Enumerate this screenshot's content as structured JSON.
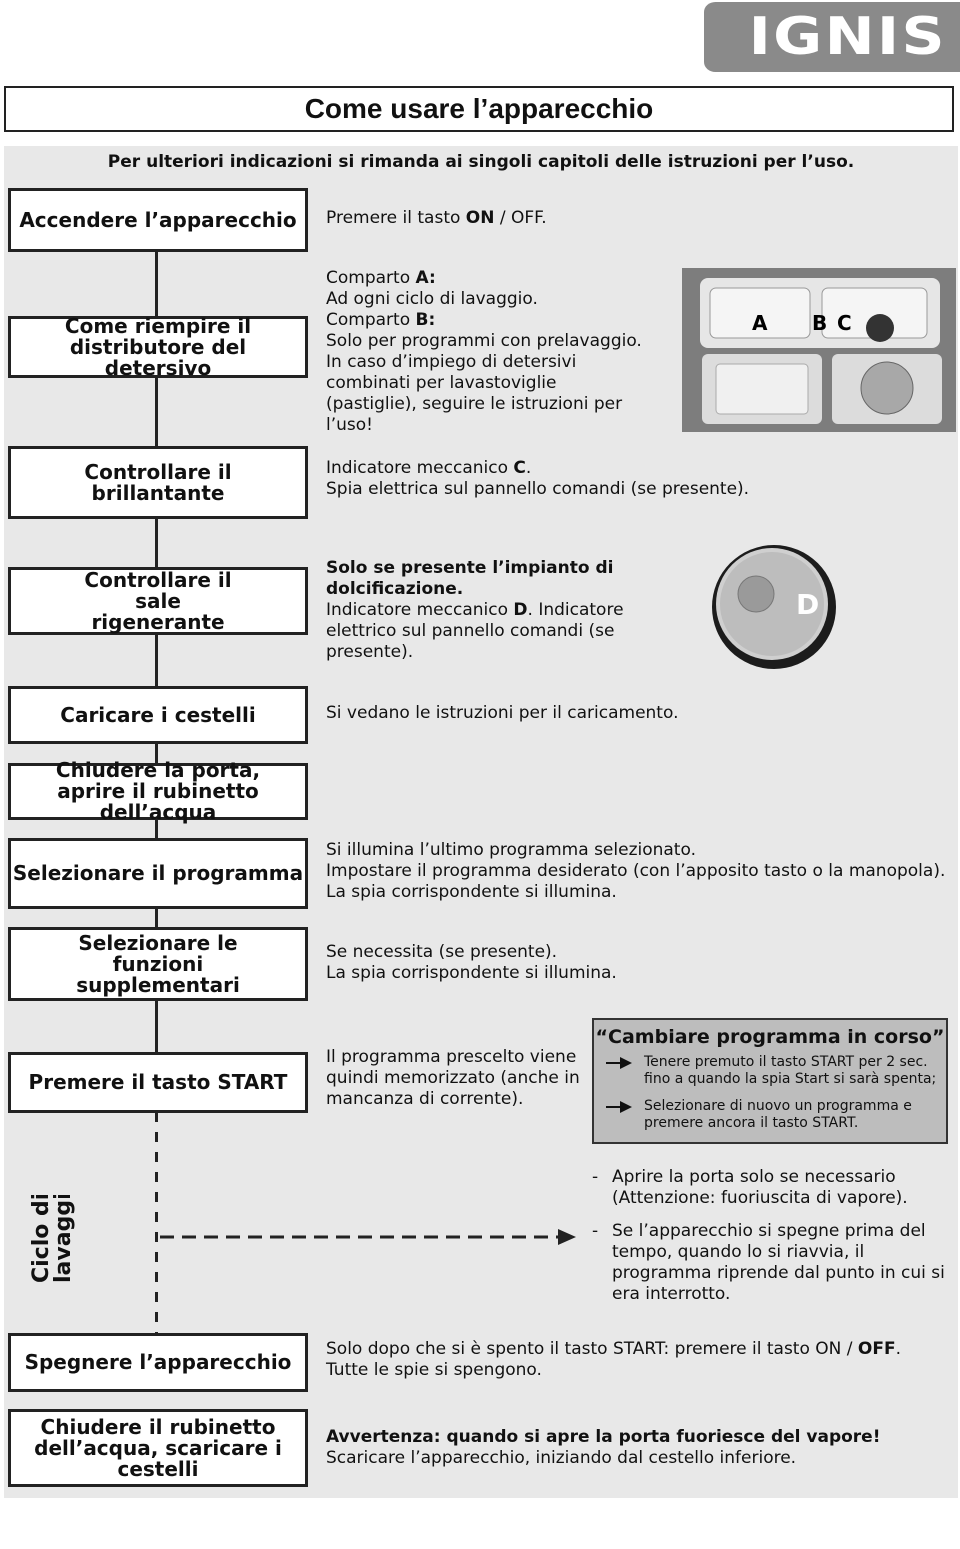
{
  "brand": "IGNIS",
  "title": "Come usare l’apparecchio",
  "subtitle": "Per ulteriori indicazioni si rimanda ai singoli capitoli delle istruzioni per l’uso.",
  "steps": [
    {
      "label": "Accendere l’apparecchio"
    },
    {
      "label": "Come riempire il distributore del detersivo"
    },
    {
      "label": "Controllare il brillantante"
    },
    {
      "label": "Controllare il sale rigenerante"
    },
    {
      "label": "Caricare i cestelli"
    },
    {
      "label": "Chiudere la porta, aprire il rubinetto dell’acqua"
    },
    {
      "label": "Selezionare il programma"
    },
    {
      "label": "Selezionare le funzioni supplementari"
    },
    {
      "label": "Premere il tasto START"
    },
    {
      "label": "Spegnere l’apparecchio"
    },
    {
      "label": "Chiudere il rubinetto dell’acqua, scaricare i cestelli"
    }
  ],
  "side_label": "Ciclo di lavaggio",
  "descriptions": {
    "accendere_pre": "Premere il tasto ",
    "accendere_on": "ON",
    "accendere_post": " / OFF.",
    "comparto_a_pre": "Comparto ",
    "comparto_a_key": "A:",
    "comparto_a_text": "Ad ogni ciclo di lavaggio.",
    "comparto_b_pre": "Comparto ",
    "comparto_b_key": "B:",
    "comparto_b_text": "Solo per programmi con prelavaggio.",
    "comparto_note": "In caso d’impiego di detersivi combinati per lavastoviglie (pastiglie), seguire le istruzioni per l’uso!",
    "brill_1_pre": "Indicatore meccanico ",
    "brill_1_key": "C",
    "brill_1_post": ".",
    "brill_2": "Spia elettrica sul pannello comandi (se presente).",
    "sale_bold": "Solo se presente l’impianto di dolcificazione.",
    "sale_1_pre": "Indicatore meccanico ",
    "sale_1_key": "D",
    "sale_1_post": ". Indicatore elettrico sul pannello comandi (se presente).",
    "caricare": "Si vedano le istruzioni per il caricamento.",
    "programma_1": "Si illumina l’ultimo programma selezionato.",
    "programma_2": "Impostare il programma desiderato (con l’apposito tasto o la manopola).",
    "programma_3": "La spia corrispondente si illumina.",
    "funzioni_1": "Se necessita (se presente).",
    "funzioni_2": "La spia corrispondente si illumina.",
    "start": "Il programma prescelto viene quindi memorizzato (anche in mancanza di corrente).",
    "ciclo_1": "Aprire la porta solo se necessario (Attenzione: fuoriuscita di vapore).",
    "ciclo_2": "Se l’apparecchio si spegne prima del tempo, quando lo si riavvia, il programma riprende dal punto in cui si era interrotto.",
    "spegnere_pre": "Solo dopo che si è spento il tasto START: premere il tasto ON / ",
    "spegnere_off": "OFF",
    "spegnere_post": ".",
    "spegnere_2": "Tutte le spie si spengono.",
    "scaricare_bold": "Avvertenza: quando si apre la porta fuoriesce del vapore!",
    "scaricare_2": "Scaricare l’apparecchio, iniziando dal cestello inferiore."
  },
  "cambio": {
    "title": "“Cambiare programma in corso”",
    "item_1a": "Tenere premuto il tasto START per 2 sec.",
    "item_1b": "fino a quando la spia Start si sarà spenta;",
    "item_2": "Selezionare di nuovo un programma e premere ancora il tasto START."
  },
  "photo_labels": {
    "a": "A",
    "b": "B",
    "c": "C",
    "d": "D"
  },
  "icons": {
    "arrow": "right-arrow-icon"
  }
}
